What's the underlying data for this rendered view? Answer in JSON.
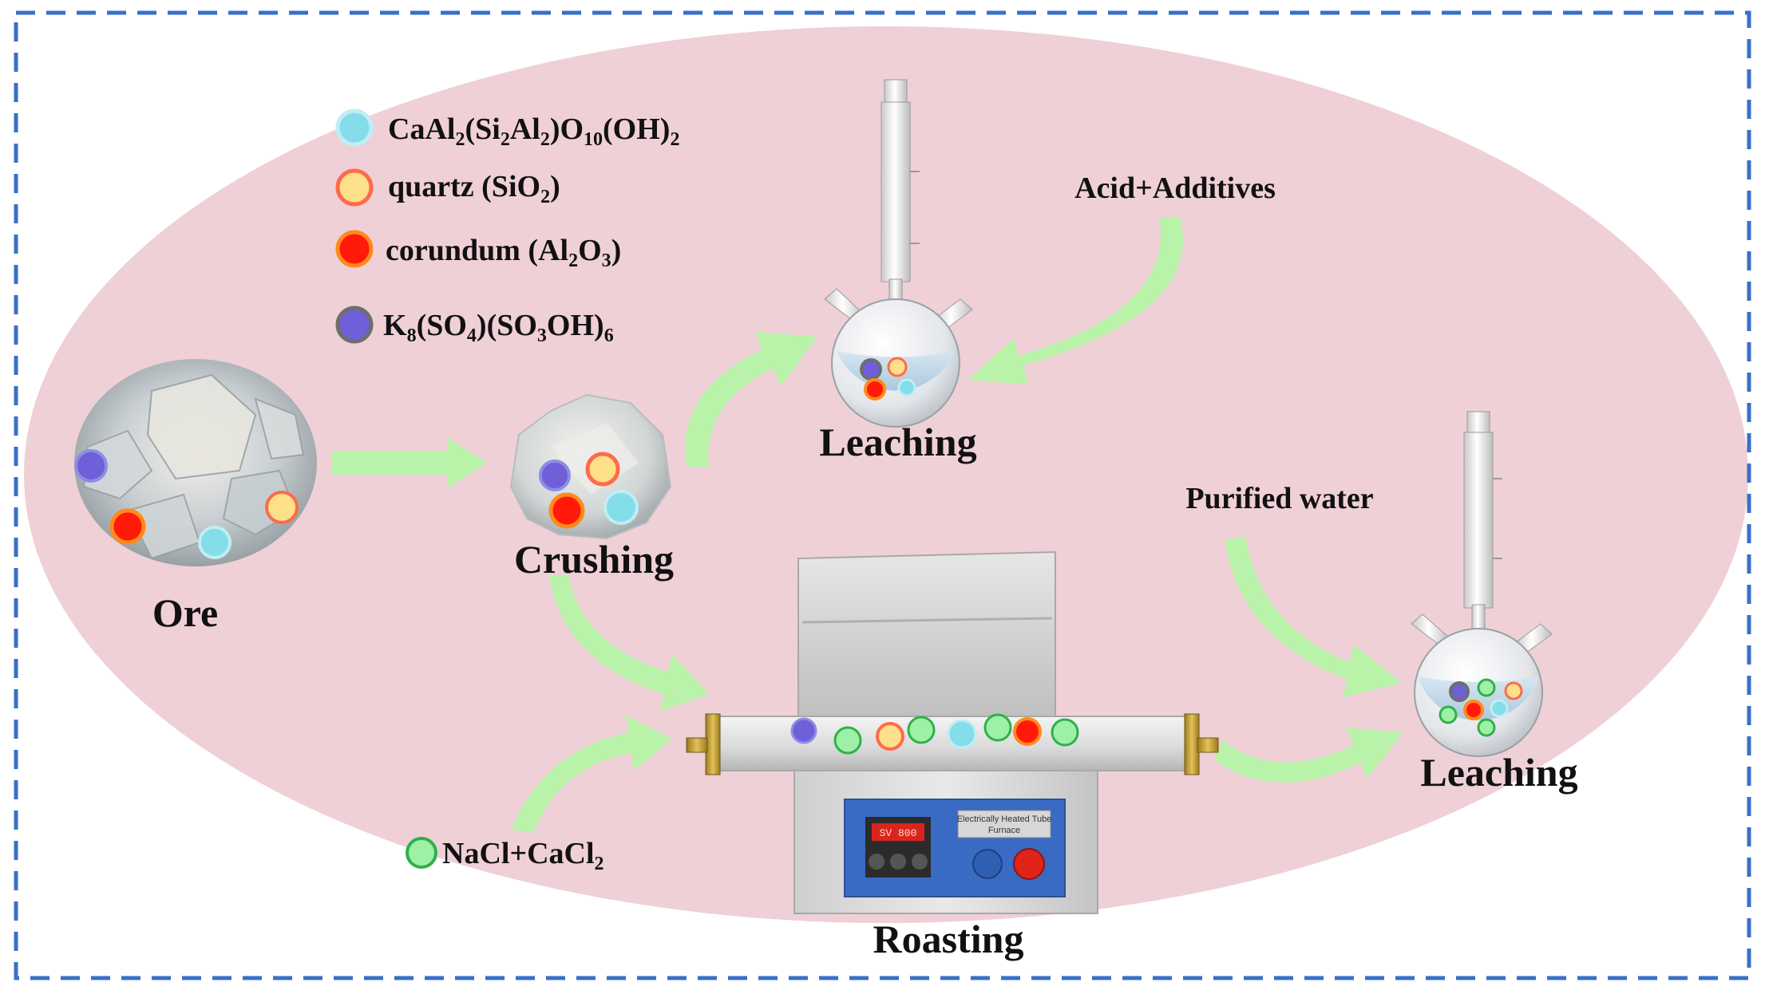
{
  "legend": {
    "items": [
      {
        "id": "caal",
        "formula": [
          "CaAl",
          "2",
          "(Si",
          "2",
          "Al",
          "2",
          ")O",
          "10",
          "(OH)",
          "2"
        ],
        "color": "#84dde8",
        "ring": "#bfeef4"
      },
      {
        "id": "quartz",
        "formula": [
          "quartz (SiO",
          "2",
          ")"
        ],
        "color": "#ffe08a",
        "ring": "#ff6a4a"
      },
      {
        "id": "corundum",
        "formula": [
          "corundum (Al",
          "2",
          "O",
          "3",
          ")"
        ],
        "color": "#ff1a0a",
        "ring": "#ff8a1a"
      },
      {
        "id": "potassium-sulfate",
        "formula": [
          "K",
          "8",
          "(SO",
          "4",
          ")(SO",
          "3",
          "OH)",
          "6"
        ],
        "color": "#6f5fd8",
        "ring": "#6e6e6e"
      }
    ],
    "nacl": {
      "formula": [
        "NaCl+CaCl",
        "2"
      ],
      "color": "#9ef0a6",
      "ring": "#2fb04a"
    }
  },
  "steps": {
    "ore": "Ore",
    "crushing": "Crushing",
    "leaching_top": "Leaching",
    "roasting": "Roasting",
    "leaching_right": "Leaching"
  },
  "reagents": {
    "acid": "Acid+Additives",
    "water": "Purified water"
  },
  "furnace": {
    "display": "SV 800",
    "plate_line1": "Electrically Heated Tube",
    "plate_line2": "Furnace"
  },
  "colors": {
    "background_ellipse": "#efd0d7",
    "border": "#3a6fc9",
    "arrow": "#b9f2a9"
  }
}
